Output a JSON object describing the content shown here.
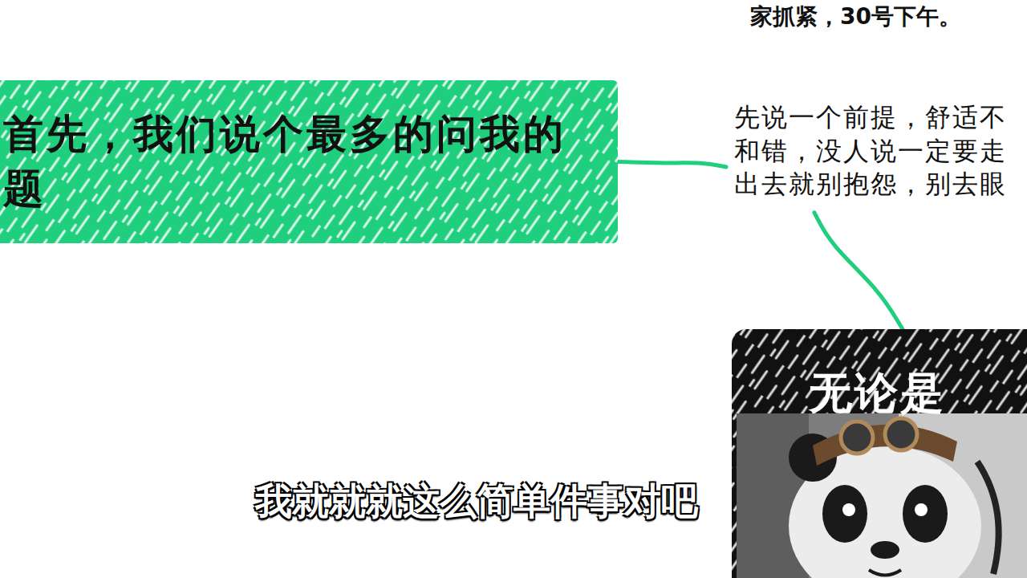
{
  "diagram": {
    "nodes": [
      {
        "text": [
          "首先，我们说个最多的问我的 题"
        ]
      },
      {
        "text": [
          "先说一个前提，舒适不 和错，没人说一定要走 出去就别抱怨，别去眼"
        ]
      },
      {
        "text": [
          "无论是"
        ]
      }
    ],
    "edges": [
      {
        "from": 0,
        "to": 1,
        "arrow": "none"
      },
      {
        "from": 1,
        "to": 2,
        "arrow": "none"
      }
    ],
    "labels": [
      "家抓紧，30号下午。",
      "我就就就这么简单件事对吧"
    ]
  }
}
